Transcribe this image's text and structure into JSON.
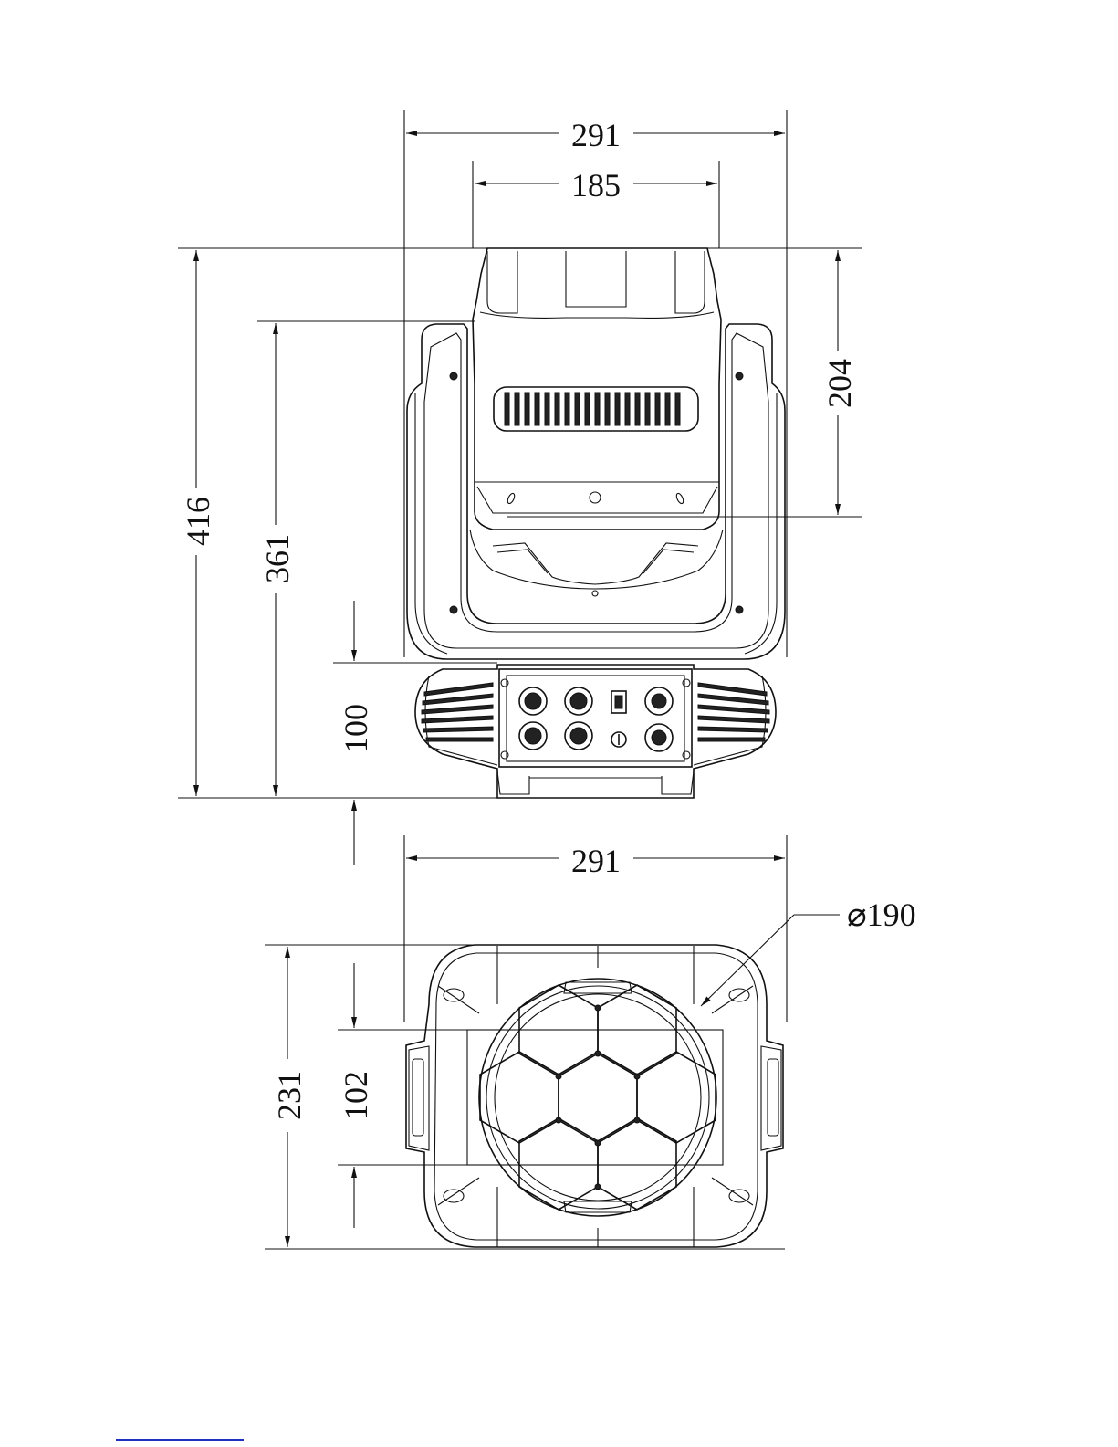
{
  "dimensions": {
    "top_total_width": "291",
    "top_head_width": "185",
    "top_head_height": "204",
    "total_height": "416",
    "yoke_height": "361",
    "base_height": "100",
    "bottom_width": "291",
    "lens_diameter": "⌀190",
    "bottom_depth": "231",
    "bottom_inner_depth": "102"
  },
  "colors": {
    "line": "#111111",
    "footer_line": "#1f2fbf"
  }
}
